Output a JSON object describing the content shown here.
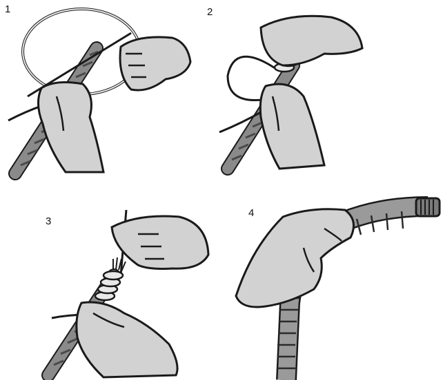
{
  "steps": [
    {
      "number": "1",
      "illustration": "rope-whipping-loop-step"
    },
    {
      "number": "2",
      "illustration": "rope-whipping-wrap-step"
    },
    {
      "number": "3",
      "illustration": "rope-whipping-pull-step"
    },
    {
      "number": "4",
      "illustration": "rope-whipping-finished-coil"
    }
  ],
  "colors": {
    "skin": "#d2d2d2",
    "outline": "#1a1a1a",
    "rope": "#8a8a8a",
    "rope_dark": "#5a5a5a",
    "twine": "#e8e8e8",
    "wrap": "#9a9a9a"
  }
}
